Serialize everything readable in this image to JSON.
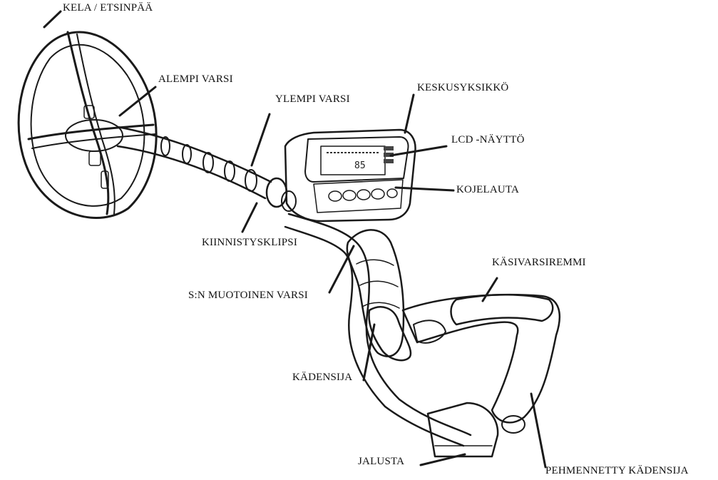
{
  "labels": {
    "kela": "KELA / ETSINPÄÄ",
    "alempi_varsi": "ALEMPI VARSI",
    "ylempi_varsi": "YLEMPI VARSI",
    "keskusyksikko": "KESKUSYKSIKKÖ",
    "lcd": "LCD -NÄYTTÖ",
    "kojelauta": "KOJELAUTA",
    "kiinnistysklipsi": "KIINNISTYSKLIPSI",
    "kasivarsiremmi": "KÄSIVARSIREMMI",
    "muotoinen_varsi": "S:N MUOTOINEN VARSI",
    "kadensija": "KÄDENSIJA",
    "jalusta": "JALUSTA",
    "pehmennetty": "PEHMENNETTY KÄDENSIJA"
  },
  "lcd_readout": "85"
}
